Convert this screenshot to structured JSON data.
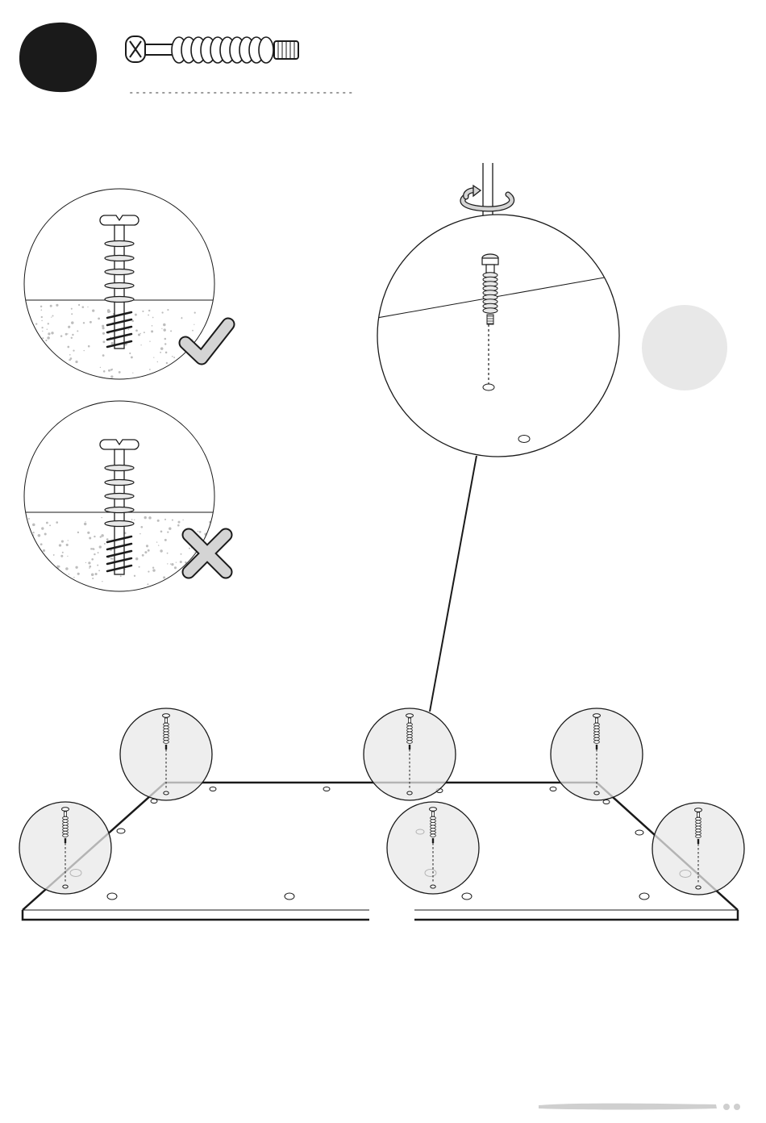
{
  "step": {
    "number": "",
    "badge_color": "#1a1a1a",
    "part_icon": "cam-dowel-screw-icon",
    "quantity_line": ""
  },
  "guidance": {
    "correct": {
      "symbol": "check-mark-icon",
      "meaning": "correct"
    },
    "wrong": {
      "symbol": "cross-mark-icon",
      "meaning": "incorrect"
    }
  },
  "zoom": {
    "tool": "screwdriver-icon",
    "rotation": "clockwise-arrow-icon"
  },
  "panel": {
    "screw_positions": 6
  },
  "colors": {
    "line": "#1a1a1a",
    "detail_fill": "#e8e8e8",
    "check_fill": "#d4d4d4",
    "speckle": "#bdbdbd",
    "footer_bar": "#cfcfcf"
  },
  "footer": {
    "page_indicator": ""
  }
}
